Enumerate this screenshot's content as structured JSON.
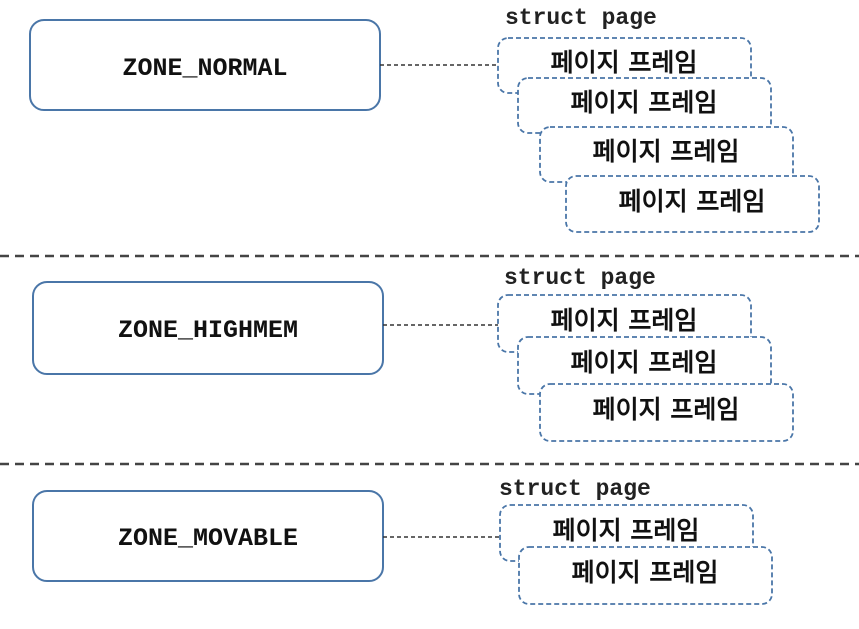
{
  "zones": [
    {
      "name": "ZONE_NORMAL",
      "struct_label": "struct page",
      "frames": [
        "페이지 프레임",
        "페이지 프레임",
        "페이지 프레임",
        "페이지 프레임"
      ]
    },
    {
      "name": "ZONE_HIGHMEM",
      "struct_label": "struct page",
      "frames": [
        "페이지 프레임",
        "페이지 프레임",
        "페이지 프레임"
      ]
    },
    {
      "name": "ZONE_MOVABLE",
      "struct_label": "struct page",
      "frames": [
        "페이지 프레임",
        "페이지 프레임"
      ]
    }
  ],
  "colors": {
    "box_border": "#4a76a8",
    "text": "#111111",
    "separator": "#444444"
  }
}
